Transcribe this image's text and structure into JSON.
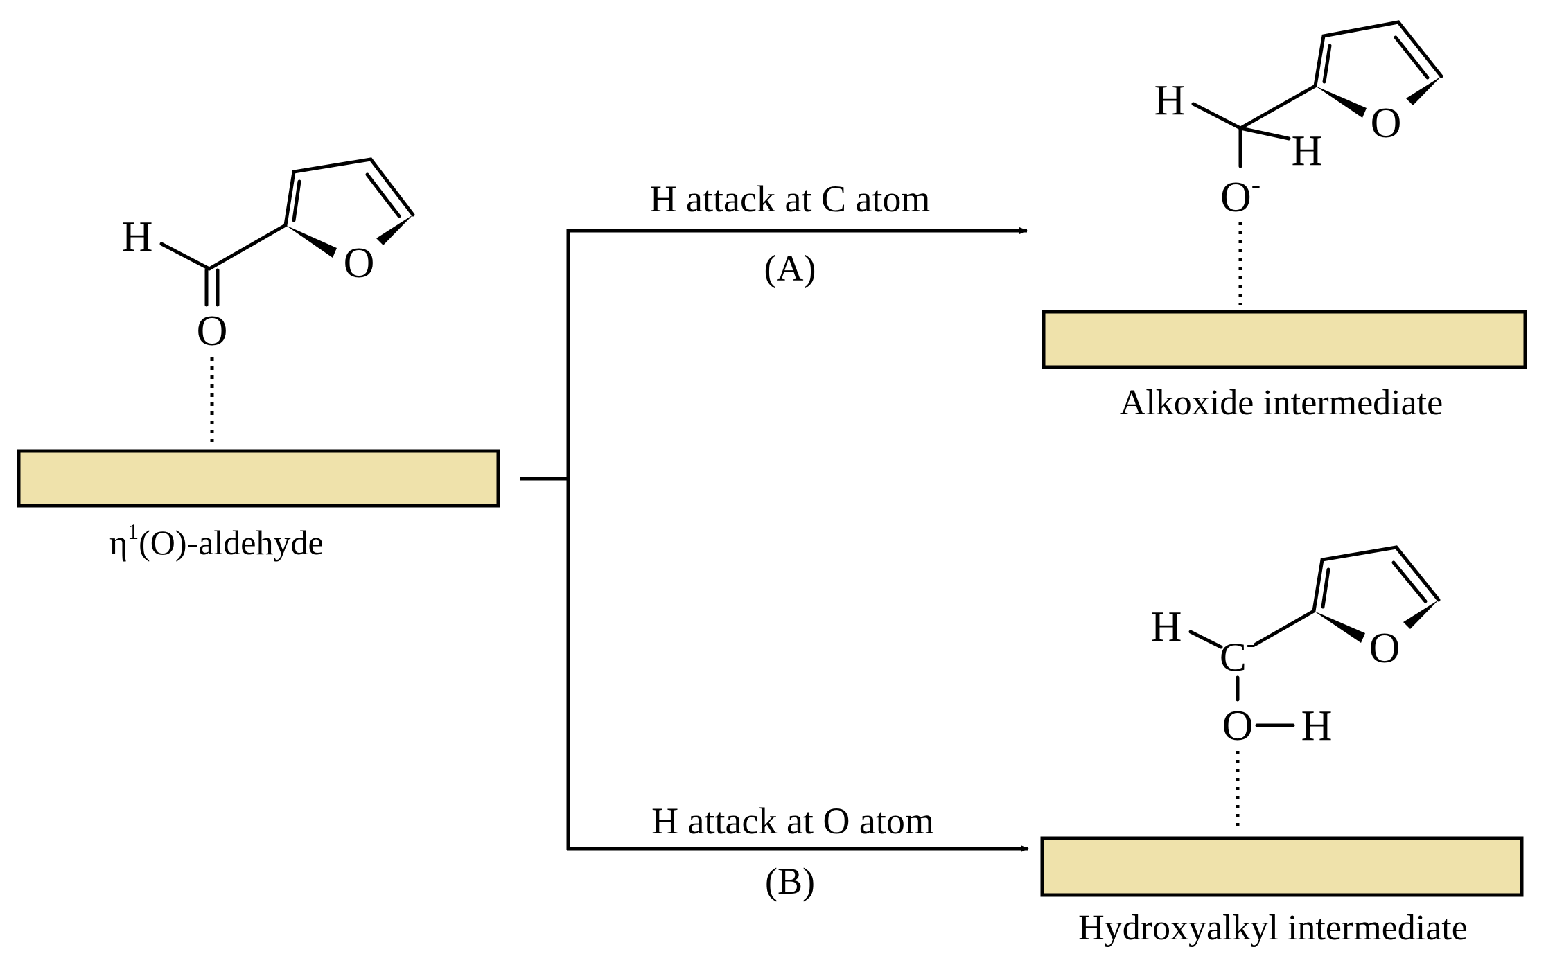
{
  "colors": {
    "surface_fill": "#efe2ab",
    "ink": "#000000"
  },
  "reactant": {
    "atoms": {
      "h": "H",
      "o_carbonyl": "O",
      "o_ring": "O"
    },
    "label_prefix": "η",
    "label_sup": "1",
    "label_suffix": "(O)-aldehyde"
  },
  "path_a": {
    "label": "H attack at C atom",
    "tag": "(A)"
  },
  "path_b": {
    "label": "H attack at O atom",
    "tag": "(B)"
  },
  "alkoxide": {
    "atoms": {
      "h_left": "H",
      "h_right": "H",
      "o": "O",
      "o_charge": "-",
      "o_ring": "O"
    },
    "label": "Alkoxide intermediate"
  },
  "hydroxyalkyl": {
    "atoms": {
      "h_left": "H",
      "c": "C",
      "c_charge": "-",
      "o": "O",
      "h_right": "H",
      "o_ring": "O"
    },
    "label": "Hydroxyalkyl intermediate"
  }
}
